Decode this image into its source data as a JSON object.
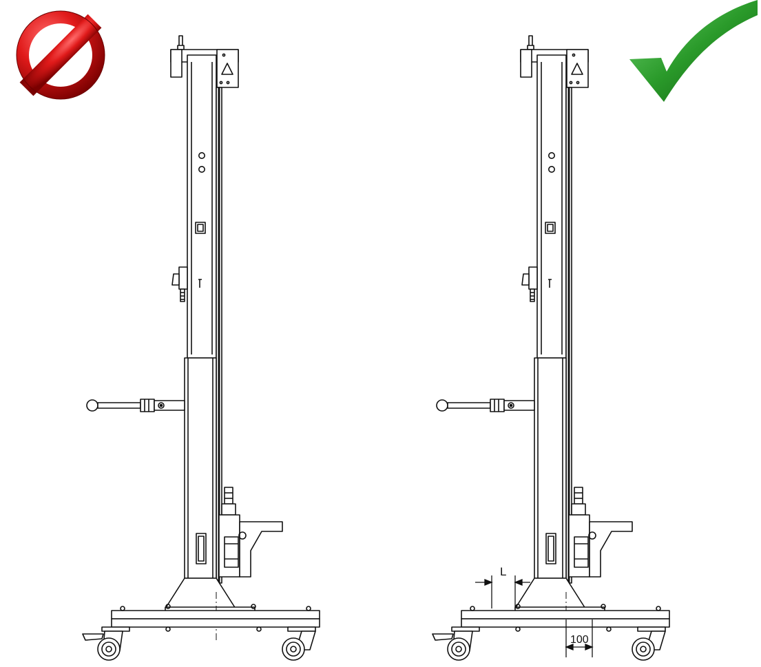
{
  "panels": [
    {
      "verdict": "incorrect",
      "icon": "prohibition-icon",
      "status_color": "#d0021b",
      "dimensions": []
    },
    {
      "verdict": "correct",
      "icon": "checkmark-icon",
      "status_color": "#2e9b2e",
      "dimensions": [
        {
          "label": "L"
        },
        {
          "label": "100"
        }
      ]
    }
  ],
  "colors": {
    "line": "#111111",
    "background": "#ffffff"
  }
}
